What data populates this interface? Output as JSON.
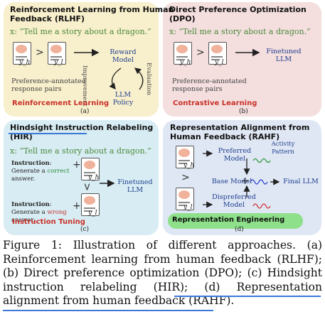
{
  "panels": {
    "a": {
      "title_line1": "Reinforcement Learning from Human",
      "title_line2": "Feedback (RLHF)",
      "prompt": "x: “Tell me a story about a dragon.”",
      "yh": "y_h",
      "yl": "y_l",
      "compare": ">",
      "reward_model": "Reward\nModel",
      "llm_policy": "LLM\nPolicy",
      "improvement": "Improvement",
      "evaluation": "Evaluation",
      "pref_note": "Preference-annotated\nresponse pairs",
      "method": "Reinforcement Learning",
      "tag": "(a)"
    },
    "b": {
      "title_line1": "Direct Preference Optimization",
      "title_line2": "(DPO)",
      "prompt": "x: “Tell me a story about a dragon.”",
      "yh": "y_h",
      "yl": "y_l",
      "compare": ">",
      "finetuned": "Finetuned\nLLM",
      "pref_note": "Preference-annotated\nresponse pairs",
      "method": "Contrastive Learning",
      "tag": "(b)"
    },
    "c": {
      "title_line1": "Hindsight Instruction Relabeling",
      "title_line2": "(HIR)",
      "prompt": "x: “Tell me a story about a dragon.”",
      "instr1_prefix": "Instruction",
      "instr1_text": ": Generate a ",
      "instr1_word": "correct",
      "instr1_end": " answer.",
      "instr2_prefix": "Instruction",
      "instr2_text": ": Generate a ",
      "instr2_word": "wrong",
      "instr2_end": " answer.",
      "plus": "+",
      "compare": ">",
      "yh": "y_h",
      "yl": "y_l",
      "finetuned": "Finetuned\nLLM",
      "method": "Instruction Tuning",
      "tag": "(c)"
    },
    "d": {
      "title_line1": "Representation Alignment from",
      "title_line2": "Human Feedback (RAHF)",
      "preferred": "Preferred\nModel",
      "dispreferred": "Dispreferred\nModel",
      "base_model": "Base Model",
      "activity": "Activity\nPattern",
      "final": "Final LLM",
      "compare": ">",
      "plus": "+",
      "yh": "y_h",
      "yl": "y_l",
      "method": "Representation Engineering",
      "tag": "(d)"
    }
  },
  "caption": "Figure 1: Illustration of different approaches. (a) Reinforcement learning from human feedback (RLHF); (b) Direct preference optimization (DPO); (c) Hindsight instruction relabeling (HIR); (d) Representation alignment from human feedback (RAHF).",
  "colors": {
    "panel_a": "#f8efcc",
    "panel_b": "#f4dede",
    "panel_c": "#d8ecf3",
    "panel_d": "#dfe7f4",
    "method_red": "#c8312a",
    "prompt_green": "#4a8a3a",
    "highlight_green": "#8ee08a",
    "underline_blue": "#3d78d8"
  }
}
